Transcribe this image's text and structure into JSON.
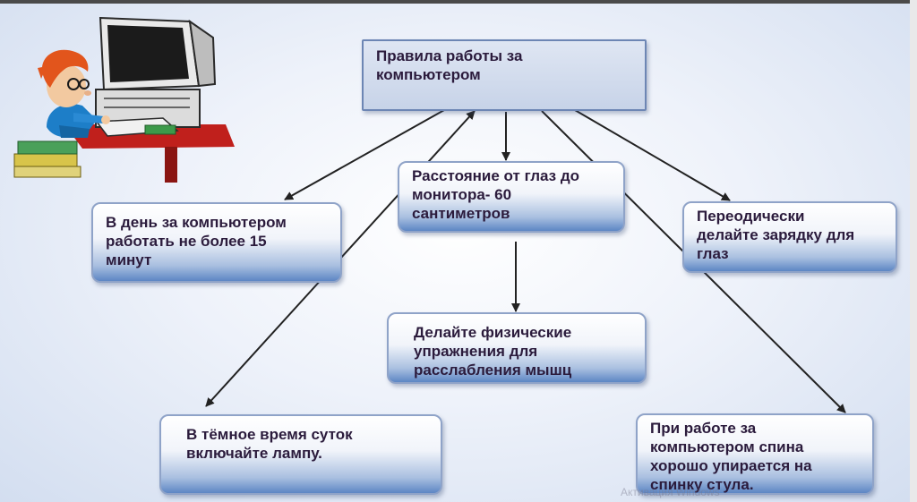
{
  "diagram": {
    "title": "Правила работы за\nкомпьютером",
    "nodes": [
      {
        "id": "n1",
        "text": "В день за компьютером\nработать не более 15\nминут"
      },
      {
        "id": "n2",
        "text": "Расстояние от глаз до\nмонитора- 60\nсантиметров"
      },
      {
        "id": "n3",
        "text": "Переодически\nделайте зарядку для\nглаз"
      },
      {
        "id": "n4",
        "text": "Делайте физические\nупражнения  для\nрасслабления мышц"
      },
      {
        "id": "n5",
        "text": "В тёмное время суток\nвключайте лампу."
      },
      {
        "id": "n6",
        "text": "При работе за\nкомпьютером спина\nхорошо упирается на\nспинку стула."
      }
    ]
  },
  "watermark": "Активация Windows",
  "colors": {
    "text": "#2b1b3c",
    "border": "#8fa3c8",
    "arrow": "#222222",
    "box_bottom": "#5d86c4"
  },
  "illustration": "boy-at-computer"
}
